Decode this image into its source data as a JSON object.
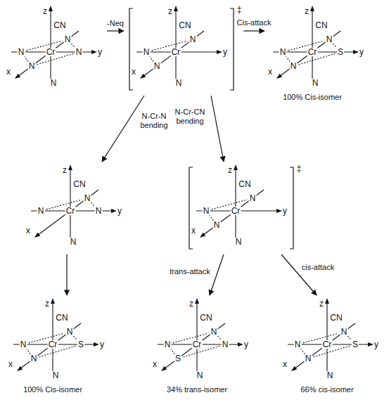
{
  "diagram": {
    "nodes": [
      {
        "text": [
          "z",
          "CN",
          "N",
          "N",
          "Cr",
          "N",
          "y",
          "x",
          "N",
          "N"
        ]
      },
      {
        "text": [
          "‡",
          "z",
          "CN",
          "N",
          "Cr",
          "N",
          "y",
          "N",
          "x",
          "N"
        ]
      },
      {
        "text": [
          "z",
          "CN",
          "N",
          "N",
          "Cr",
          "S",
          "y",
          "x",
          "N",
          "N",
          "100% Cis-isomer"
        ]
      },
      {
        "text": [
          "z",
          "CN",
          "N",
          "N",
          "Cr",
          "N",
          "y",
          "x",
          "N"
        ]
      },
      {
        "text": [
          "‡",
          "z",
          "CN",
          "N",
          "Cr",
          "N",
          "y",
          "x",
          "N",
          "N"
        ]
      },
      {
        "text": [
          "z",
          "CN",
          "N",
          "N",
          "Cr",
          "S",
          "y",
          "x",
          "N",
          "N",
          "100% Cis-isomer"
        ]
      },
      {
        "text": [
          "z",
          "CN",
          "N",
          "N",
          "Cr",
          "N",
          "y",
          "x",
          "S",
          "N",
          "34% trans-isomer"
        ]
      },
      {
        "text": [
          "z",
          "CN",
          "N",
          "N",
          "Cr",
          "S",
          "y",
          "x",
          "N",
          "N",
          "66% cis-isomer"
        ]
      }
    ],
    "edges": [
      {
        "from": 0,
        "to": 1,
        "arrow": "to",
        "label": "-Neq"
      },
      {
        "from": 1,
        "to": 2,
        "arrow": "to",
        "label": "Cis-attack"
      },
      {
        "from": 1,
        "to": 3,
        "arrow": "to",
        "label": "N-Cr-N bending"
      },
      {
        "from": 1,
        "to": 4,
        "arrow": "to",
        "label": "N-Cr-CN bending"
      },
      {
        "from": 3,
        "to": 5,
        "arrow": "to"
      },
      {
        "from": 4,
        "to": 6,
        "arrow": "to",
        "label": "trans-attack"
      },
      {
        "from": 4,
        "to": 7,
        "arrow": "to",
        "label": "cis-attack"
      }
    ]
  }
}
